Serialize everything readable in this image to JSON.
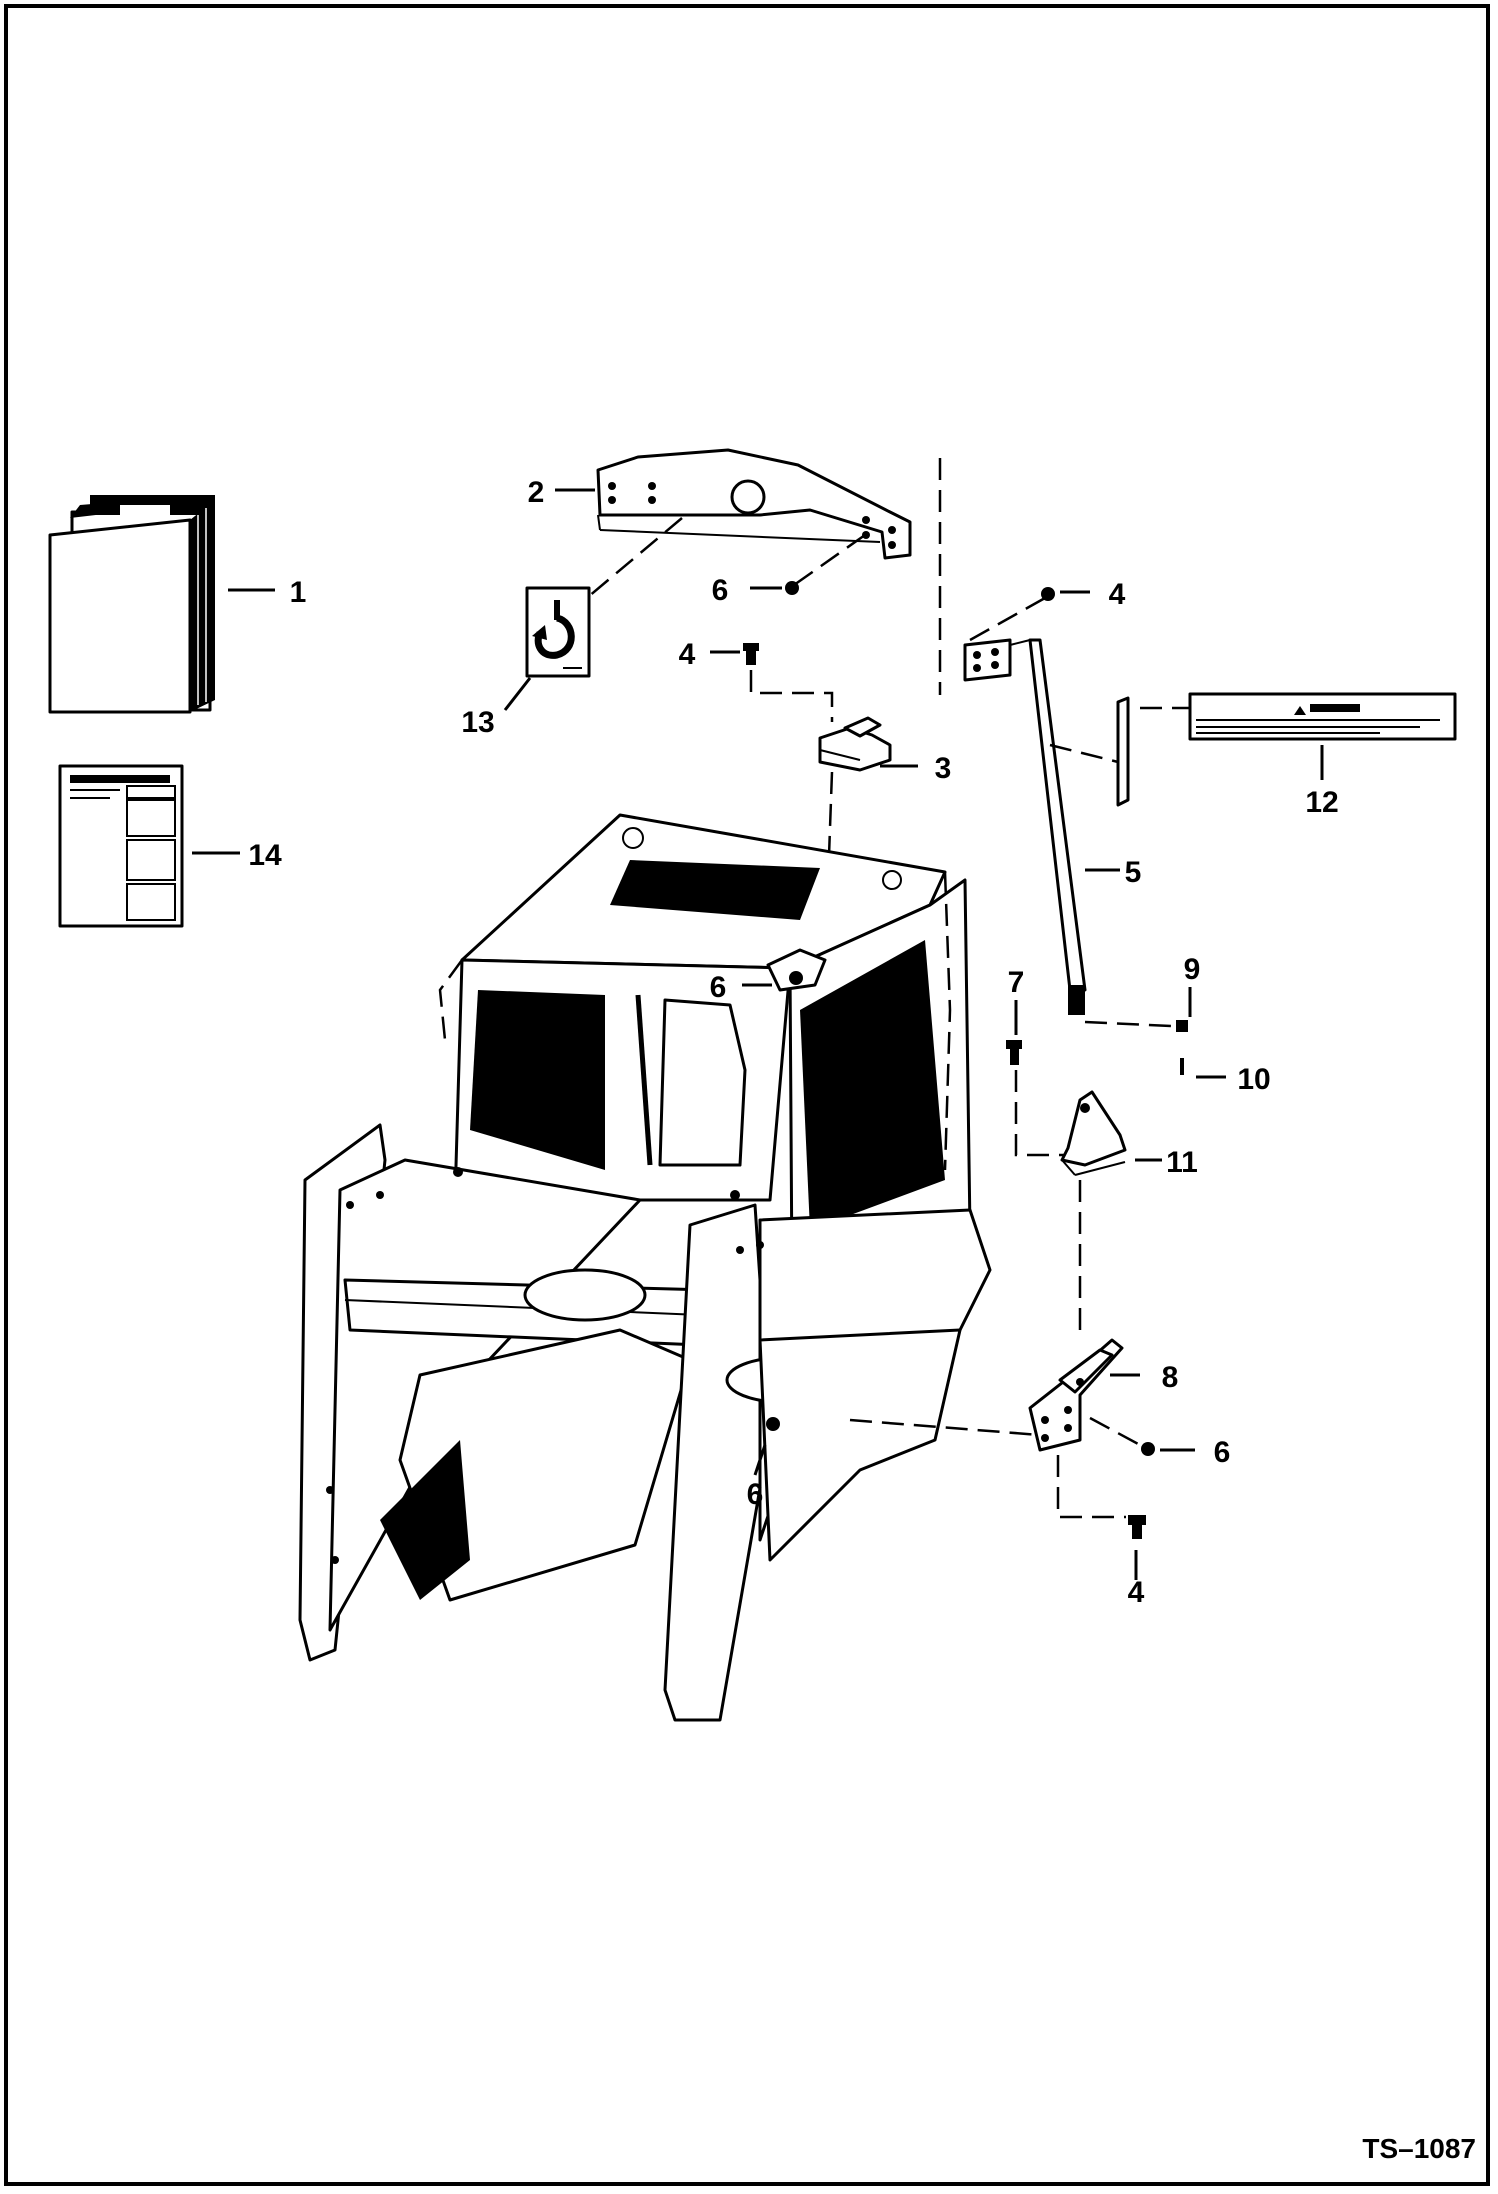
{
  "document_id": "TS–1087",
  "callouts": {
    "c1": "1",
    "c2": "2",
    "c3": "3",
    "c4a": "4",
    "c4b": "4",
    "c4c": "4",
    "c5": "5",
    "c6a": "6",
    "c6b": "6",
    "c6c": "6",
    "c6d": "6",
    "c7": "7",
    "c8": "8",
    "c9": "9",
    "c10": "10",
    "c11": "11",
    "c12": "12",
    "c13": "13",
    "c14": "14"
  },
  "colors": {
    "line": "#000000",
    "background": "#ffffff"
  },
  "icons": [
    "lift-hook-icon",
    "warning-triangle-icon"
  ]
}
